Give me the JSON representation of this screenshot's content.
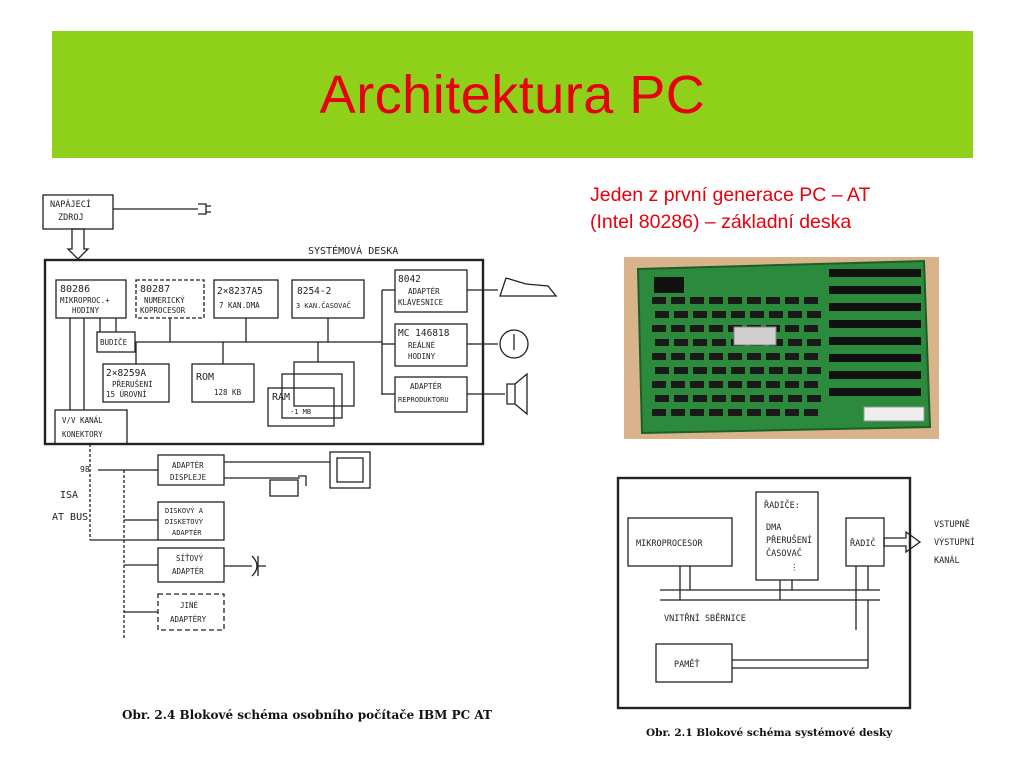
{
  "slide": {
    "title": "Architektura PC",
    "subtitle_line1": "Jeden z první generace PC – AT",
    "subtitle_line2": "(Intel 80286) – základní deska"
  },
  "colors": {
    "title_bar": "#8fd11a",
    "title_text": "#e8000d",
    "subtitle_text": "#e8000d"
  },
  "left_diagram": {
    "power_supply": [
      "NAPÁJECÍ",
      "ZDROJ"
    ],
    "board_label": "SYSTÉMOVÁ DESKA",
    "cpu": [
      "80286",
      "MIKROPROC.+",
      "HODINY"
    ],
    "fpu": [
      "80287",
      "NUMERICKÝ",
      "KOPROCESOR"
    ],
    "dma": [
      "2×8237A5",
      "7 KAN.DMA"
    ],
    "timer": [
      "8254-2",
      "3 KAN.ČASOVAČ"
    ],
    "keyboard_adapter": [
      "8042",
      "ADAPTÉR",
      "KLÁVESNICE"
    ],
    "driver": "BUDIČE",
    "interrupt": [
      "2×8259A",
      "PŘERUŠENÍ",
      "15    ÚROVNÍ"
    ],
    "rom": [
      "ROM",
      "128 KB"
    ],
    "ram": [
      "RAM",
      "-1 MB"
    ],
    "rtc": [
      "MC 146818",
      "REÁLNÉ",
      "HODINY"
    ],
    "speaker_adapter": [
      "ADAPTÉR",
      "REPRODUKTORU"
    ],
    "io_channel": [
      "V/V KANÁL",
      "KONEKTORY"
    ],
    "bus_count": "98",
    "bus_name": [
      "ISA",
      "AT BUS"
    ],
    "display_adapter": [
      "ADAPTÉR",
      "DISPLEJE"
    ],
    "disk_adapter": [
      "DISKOVÝ A",
      "DISKETOVÝ",
      "ADAPTÉR"
    ],
    "network_adapter": [
      "SÍŤOVÝ",
      "ADAPTÉR"
    ],
    "other_adapters": [
      "JINÉ",
      "ADAPTÉRY"
    ],
    "caption": "Obr. 2.4 Blokové schéma osobního počítače IBM PC AT"
  },
  "right_diagram": {
    "cpu": "MIKROPROCESOR",
    "controllers": [
      "ŘADIČE:",
      "DMA",
      "PŘERUŠENÍ",
      "ČASOVAČ",
      "⋮"
    ],
    "controller": "ŘADIČ",
    "io": [
      "VSTUPNĚ",
      "VÝSTUPNÍ",
      "KANÁL"
    ],
    "bus": "VNITŘNÍ SBĚRNICE",
    "memory": "PAMĚŤ",
    "caption": "Obr. 2.1  Blokové schéma systémové desky"
  },
  "photo": {
    "board_color": "#2c8a3c",
    "background": "#d9b48a"
  }
}
